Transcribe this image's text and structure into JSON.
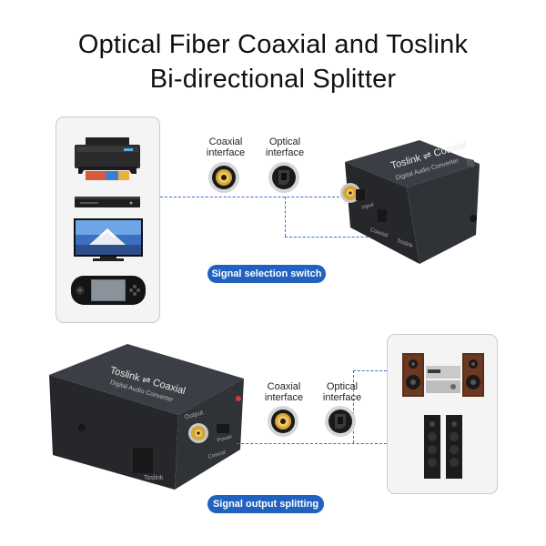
{
  "title": {
    "line1": "Optical Fiber Coaxial and Toslink",
    "line2": "Bi-directional Splitter"
  },
  "top_section": {
    "coaxial_label_1": "Coaxial",
    "coaxial_label_2": "interface",
    "optical_label_1": "Optical",
    "optical_label_2": "interface",
    "badge": "Signal selection switch",
    "box_title": "Toslink ⇌ Coaxial",
    "box_subtitle": "Digital Audio Converter",
    "port_input": "Input",
    "port_toslink": "Toslink",
    "port_coaxial": "Coaxial"
  },
  "bottom_section": {
    "coaxial_label_1": "Coaxial",
    "coaxial_label_2": "interface",
    "optical_label_1": "Optical",
    "optical_label_2": "interface",
    "badge": "Signal output splitting",
    "box_title": "Toslink ⇌ Coaxial",
    "box_subtitle": "Digital Audio Converter",
    "port_output": "Output",
    "port_toslink": "Toslink",
    "port_coaxial": "Coaxial",
    "port_power": "Power"
  },
  "colors": {
    "accent": "#2162c0",
    "dash": "#3a6fd0",
    "box": "#2e3035"
  },
  "icons": {
    "left_devices": [
      "printer-icon",
      "dvd-player-icon",
      "tv-icon",
      "handheld-console-icon"
    ],
    "right_devices": [
      "hifi-stereo-icon",
      "tower-speakers-icon"
    ]
  }
}
